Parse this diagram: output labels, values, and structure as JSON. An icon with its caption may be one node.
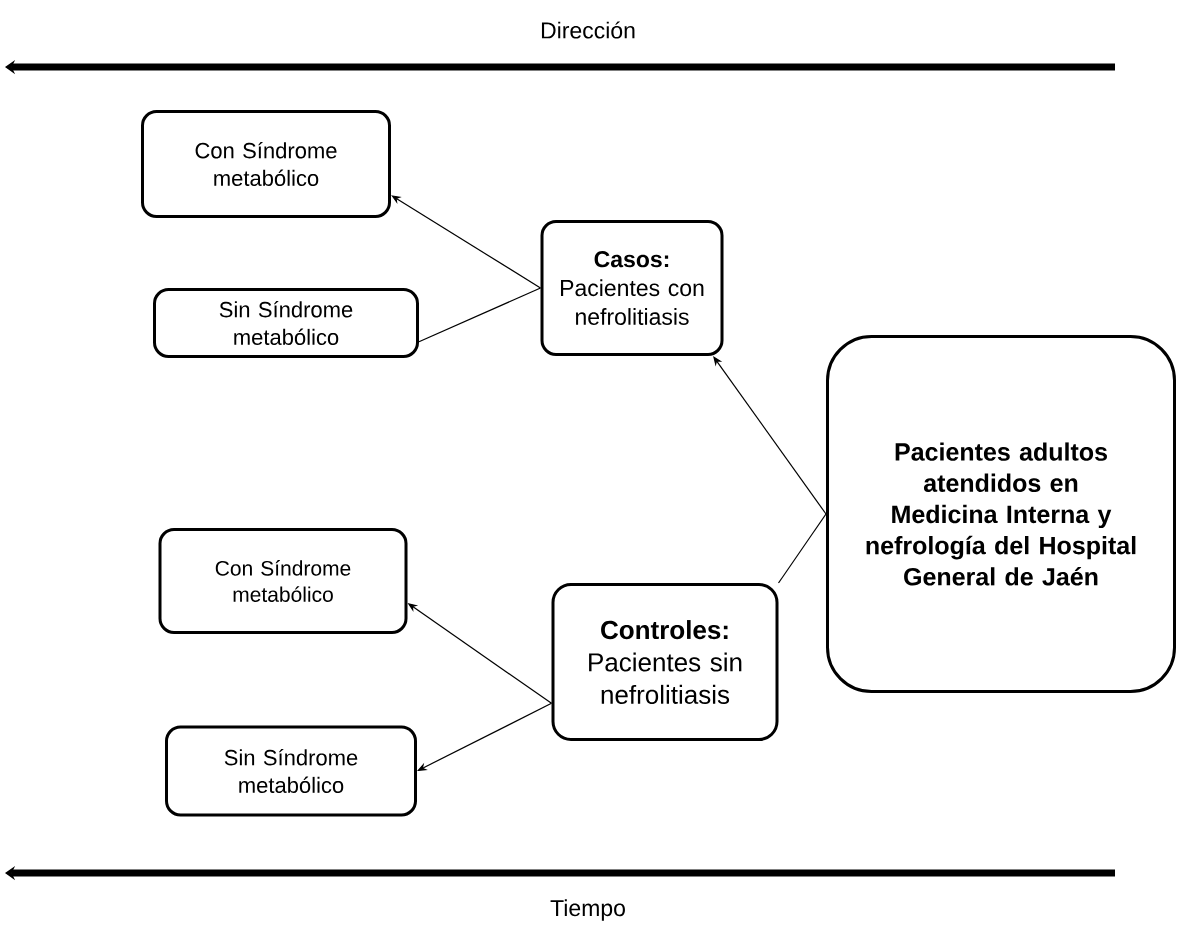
{
  "diagram": {
    "nodes": [
      {
        "text": [
          "Con Síndrome metabólico"
        ]
      },
      {
        "text": [
          "Casos:",
          "Pacientes con nefrolitiasis"
        ]
      },
      {
        "text": [
          "Sin Síndrome metabólico"
        ]
      },
      {
        "text": [
          "Pacientes adultos atendidos en Medicina Interna y nefrología del Hospital General de Jaén"
        ]
      },
      {
        "text": [
          "Con Síndrome metabólico"
        ]
      },
      {
        "text": [
          "Controles:",
          "Pacientes sin nefrolitiasis"
        ]
      },
      {
        "text": [
          "Sin Síndrome metabólico"
        ]
      }
    ],
    "edges": [
      {
        "from": 3,
        "to": 1,
        "arrow": "to"
      },
      {
        "from": 3,
        "to": 5,
        "arrow": "none"
      },
      {
        "from": 1,
        "to": 0,
        "arrow": "to"
      },
      {
        "from": 1,
        "to": 2,
        "arrow": "none"
      },
      {
        "from": 5,
        "to": 4,
        "arrow": "to"
      },
      {
        "from": 5,
        "to": 6,
        "arrow": "to"
      }
    ],
    "labels": [
      "Dirección",
      "Tiempo"
    ]
  }
}
